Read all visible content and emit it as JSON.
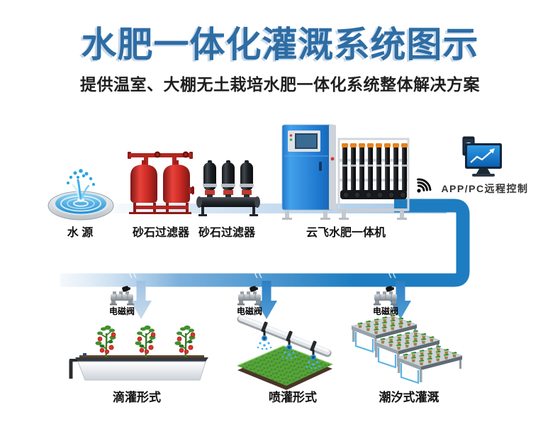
{
  "header": {
    "title": "水肥一体化灌溉系统图示",
    "subtitle": "提供温室、大棚无土栽培水肥一体化系统整体解决方案"
  },
  "flow": {
    "nodes": [
      {
        "id": "water-source",
        "label": "水 源",
        "icon": "fountain-pool-icon"
      },
      {
        "id": "sand-filter-1",
        "label": "砂石过滤器",
        "icon": "sand-filter-tanks-icon"
      },
      {
        "id": "sand-filter-2",
        "label": "砂石过滤器",
        "icon": "disc-filter-icon"
      },
      {
        "id": "fertigation-machine",
        "label": "云飞水肥一体机",
        "icon": "fertigation-machine-icon"
      },
      {
        "id": "remote-control",
        "label": "APP/PC远程控制",
        "icon": "pc-monitor-icon",
        "secondary_icon": "wifi-signal-icon"
      }
    ],
    "valve_label": "电磁阀",
    "valve_count": 3,
    "outputs": [
      {
        "id": "drip",
        "label": "滴灌形式",
        "icon": "drip-irrigation-icon"
      },
      {
        "id": "sprinkler",
        "label": "喷灌形式",
        "icon": "sprinkler-irrigation-icon"
      },
      {
        "id": "tidal",
        "label": "潮汐式灌溉",
        "icon": "tidal-bench-irrigation-icon"
      }
    ]
  },
  "colors": {
    "title_blue": "#2e6da4",
    "pipe_dark_blue": "#1e7dc0",
    "pipe_light_blue": "#a3c5e6",
    "arrow_blue": "#2b7fc4",
    "tank_red": "#c92a23",
    "machine_blue": "#2386d8",
    "field_green": "#56a43a",
    "background": "#ffffff"
  }
}
